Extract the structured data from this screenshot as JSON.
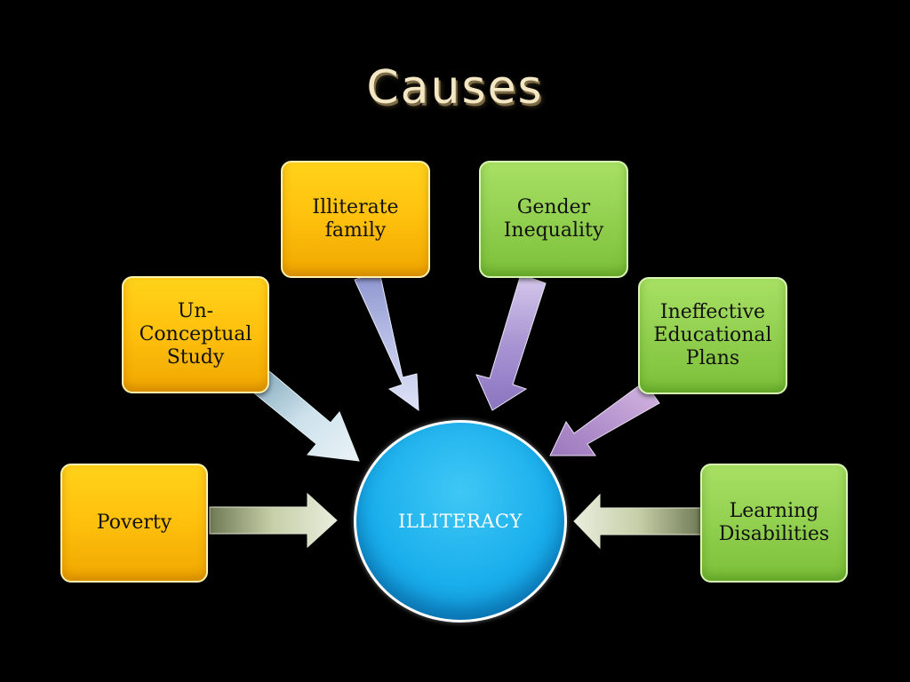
{
  "slide": {
    "title": "Causes"
  },
  "center": {
    "label": "ILLITERACY"
  },
  "causes": [
    {
      "label": "Poverty",
      "color": "#ffc20e"
    },
    {
      "label": "Un-\nConceptual\nStudy",
      "color": "#ffc20e"
    },
    {
      "label": "Illiterate\nfamily",
      "color": "#ffc20e"
    },
    {
      "label": "Gender\nInequality",
      "color": "#92d050"
    },
    {
      "label": "Ineffective\nEducational\nPlans",
      "color": "#92d050"
    },
    {
      "label": "Learning\nDisabilities",
      "color": "#92d050"
    }
  ],
  "colors": {
    "background": "#000000",
    "title": "#f3e7c4",
    "center_fill": "#1aafec",
    "yellow_box": "#ffc20e",
    "green_box": "#92d050",
    "arrow_light": "#c9d8e2",
    "arrow_purple": "#a591c8"
  }
}
